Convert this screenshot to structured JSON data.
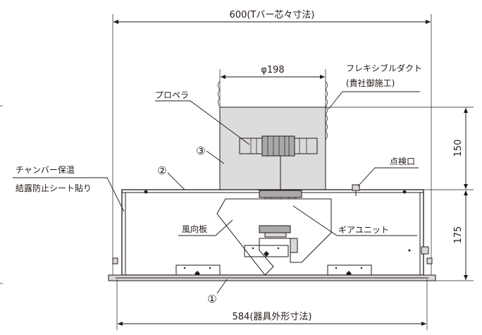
{
  "dimensions": {
    "top_width": "600(Tバー芯々寸法)",
    "bottom_width": "584(器具外形寸法)",
    "duct_diameter": "φ198",
    "duct_height": "150",
    "body_height": "175"
  },
  "labels": {
    "flexible_duct_line1": "フレキシブルダクト",
    "flexible_duct_line2": "(貴社御施工)",
    "propeller": "プロペラ",
    "chamber_line1": "チャンバー保温",
    "chamber_line2": "結露防止シート貼り",
    "inspection_port": "点検口",
    "louver": "風向板",
    "gear_unit": "ギアユニット"
  },
  "numbers": {
    "n1": "①",
    "n2": "②",
    "n3": "③"
  },
  "colors": {
    "line": "#231815",
    "duct_fill": "#dcdcdc",
    "panel_fill": "#d9d9d9"
  }
}
